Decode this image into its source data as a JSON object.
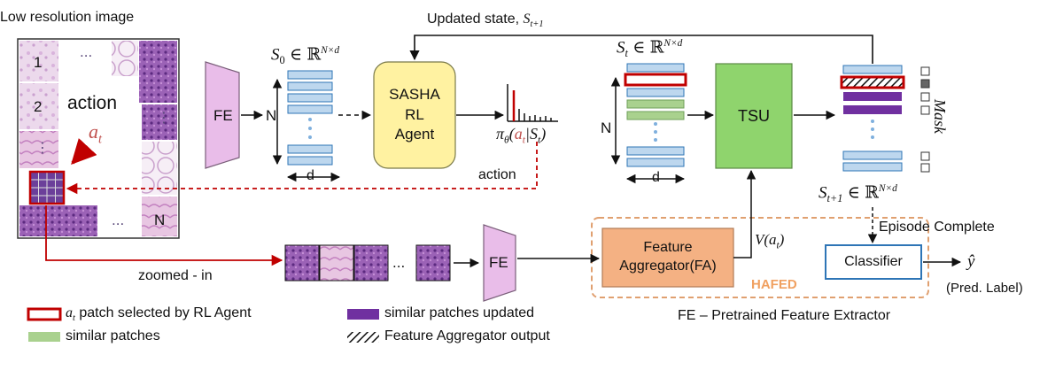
{
  "labels": {
    "low_res": "Low resolution image",
    "updated_state": "Updated state,",
    "updated_state_sym": "S",
    "updated_state_sub": "t+1",
    "action_on_image": "action",
    "action_arrow": "action",
    "fe": "FE",
    "fe2": "FE",
    "n_left": "N",
    "d_left": "d",
    "n_right": "N",
    "d_right": "d",
    "s0_sym": "S",
    "s0_sub": "0",
    "in_sym": "∈",
    "reals": "ℝ",
    "dims": "N×d",
    "st_sym": "S",
    "st_sub": "t",
    "st1_sym": "S",
    "st1_sub": "t+1",
    "agent_line1": "SASHA",
    "agent_line2": "RL",
    "agent_line3": "Agent",
    "policy": "π",
    "policy_sub": "θ",
    "policy_a": "a",
    "policy_a_sub": "t",
    "policy_s": "S",
    "policy_s_sub": "t",
    "at": "a",
    "at_sub": "t",
    "tile_1": "1",
    "tile_2": "2",
    "tile_dots_top": "...",
    "tile_dots_bottom": "...",
    "tile_n": "N",
    "tsu": "TSU",
    "mask": "Mask",
    "fa_line1": "Feature",
    "fa_line2": "Aggregator(FA)",
    "v_at": "V(",
    "v_at_a": "a",
    "v_at_sub": "t",
    "v_at_close": ")",
    "hafed": "HAFED",
    "episode": "Episode Complete",
    "classifier": "Classifier",
    "y_hat": "ŷ",
    "pred_label": "(Pred. Label)",
    "zoomed": "zoomed - in",
    "zoom_dots": "...",
    "fe_caption": "FE – Pretrained Feature Extractor"
  },
  "legend": [
    {
      "icon": "red-outline-patch",
      "sym": "a",
      "sym_sub": "t",
      "text": " patch selected by RL Agent"
    },
    {
      "icon": "green-patch",
      "text": "similar patches"
    },
    {
      "icon": "purple-patch",
      "text": "similar patches updated"
    },
    {
      "icon": "hatched-patch",
      "text": "Feature Aggregator output"
    }
  ],
  "colors": {
    "patch_blue": "#bdd7ee",
    "patch_blue_border": "#2e75b6",
    "green": "#a9d18e",
    "agent_yellow": "#fff2a1",
    "tsu_green": "#8fd46d",
    "fe_pink": "#e9bde9",
    "fa_orange": "#f4b183",
    "purple": "#7030a0",
    "red": "#c00000",
    "hafed_orange": "#f0a060",
    "classifier_blue": "#2e75b6"
  }
}
